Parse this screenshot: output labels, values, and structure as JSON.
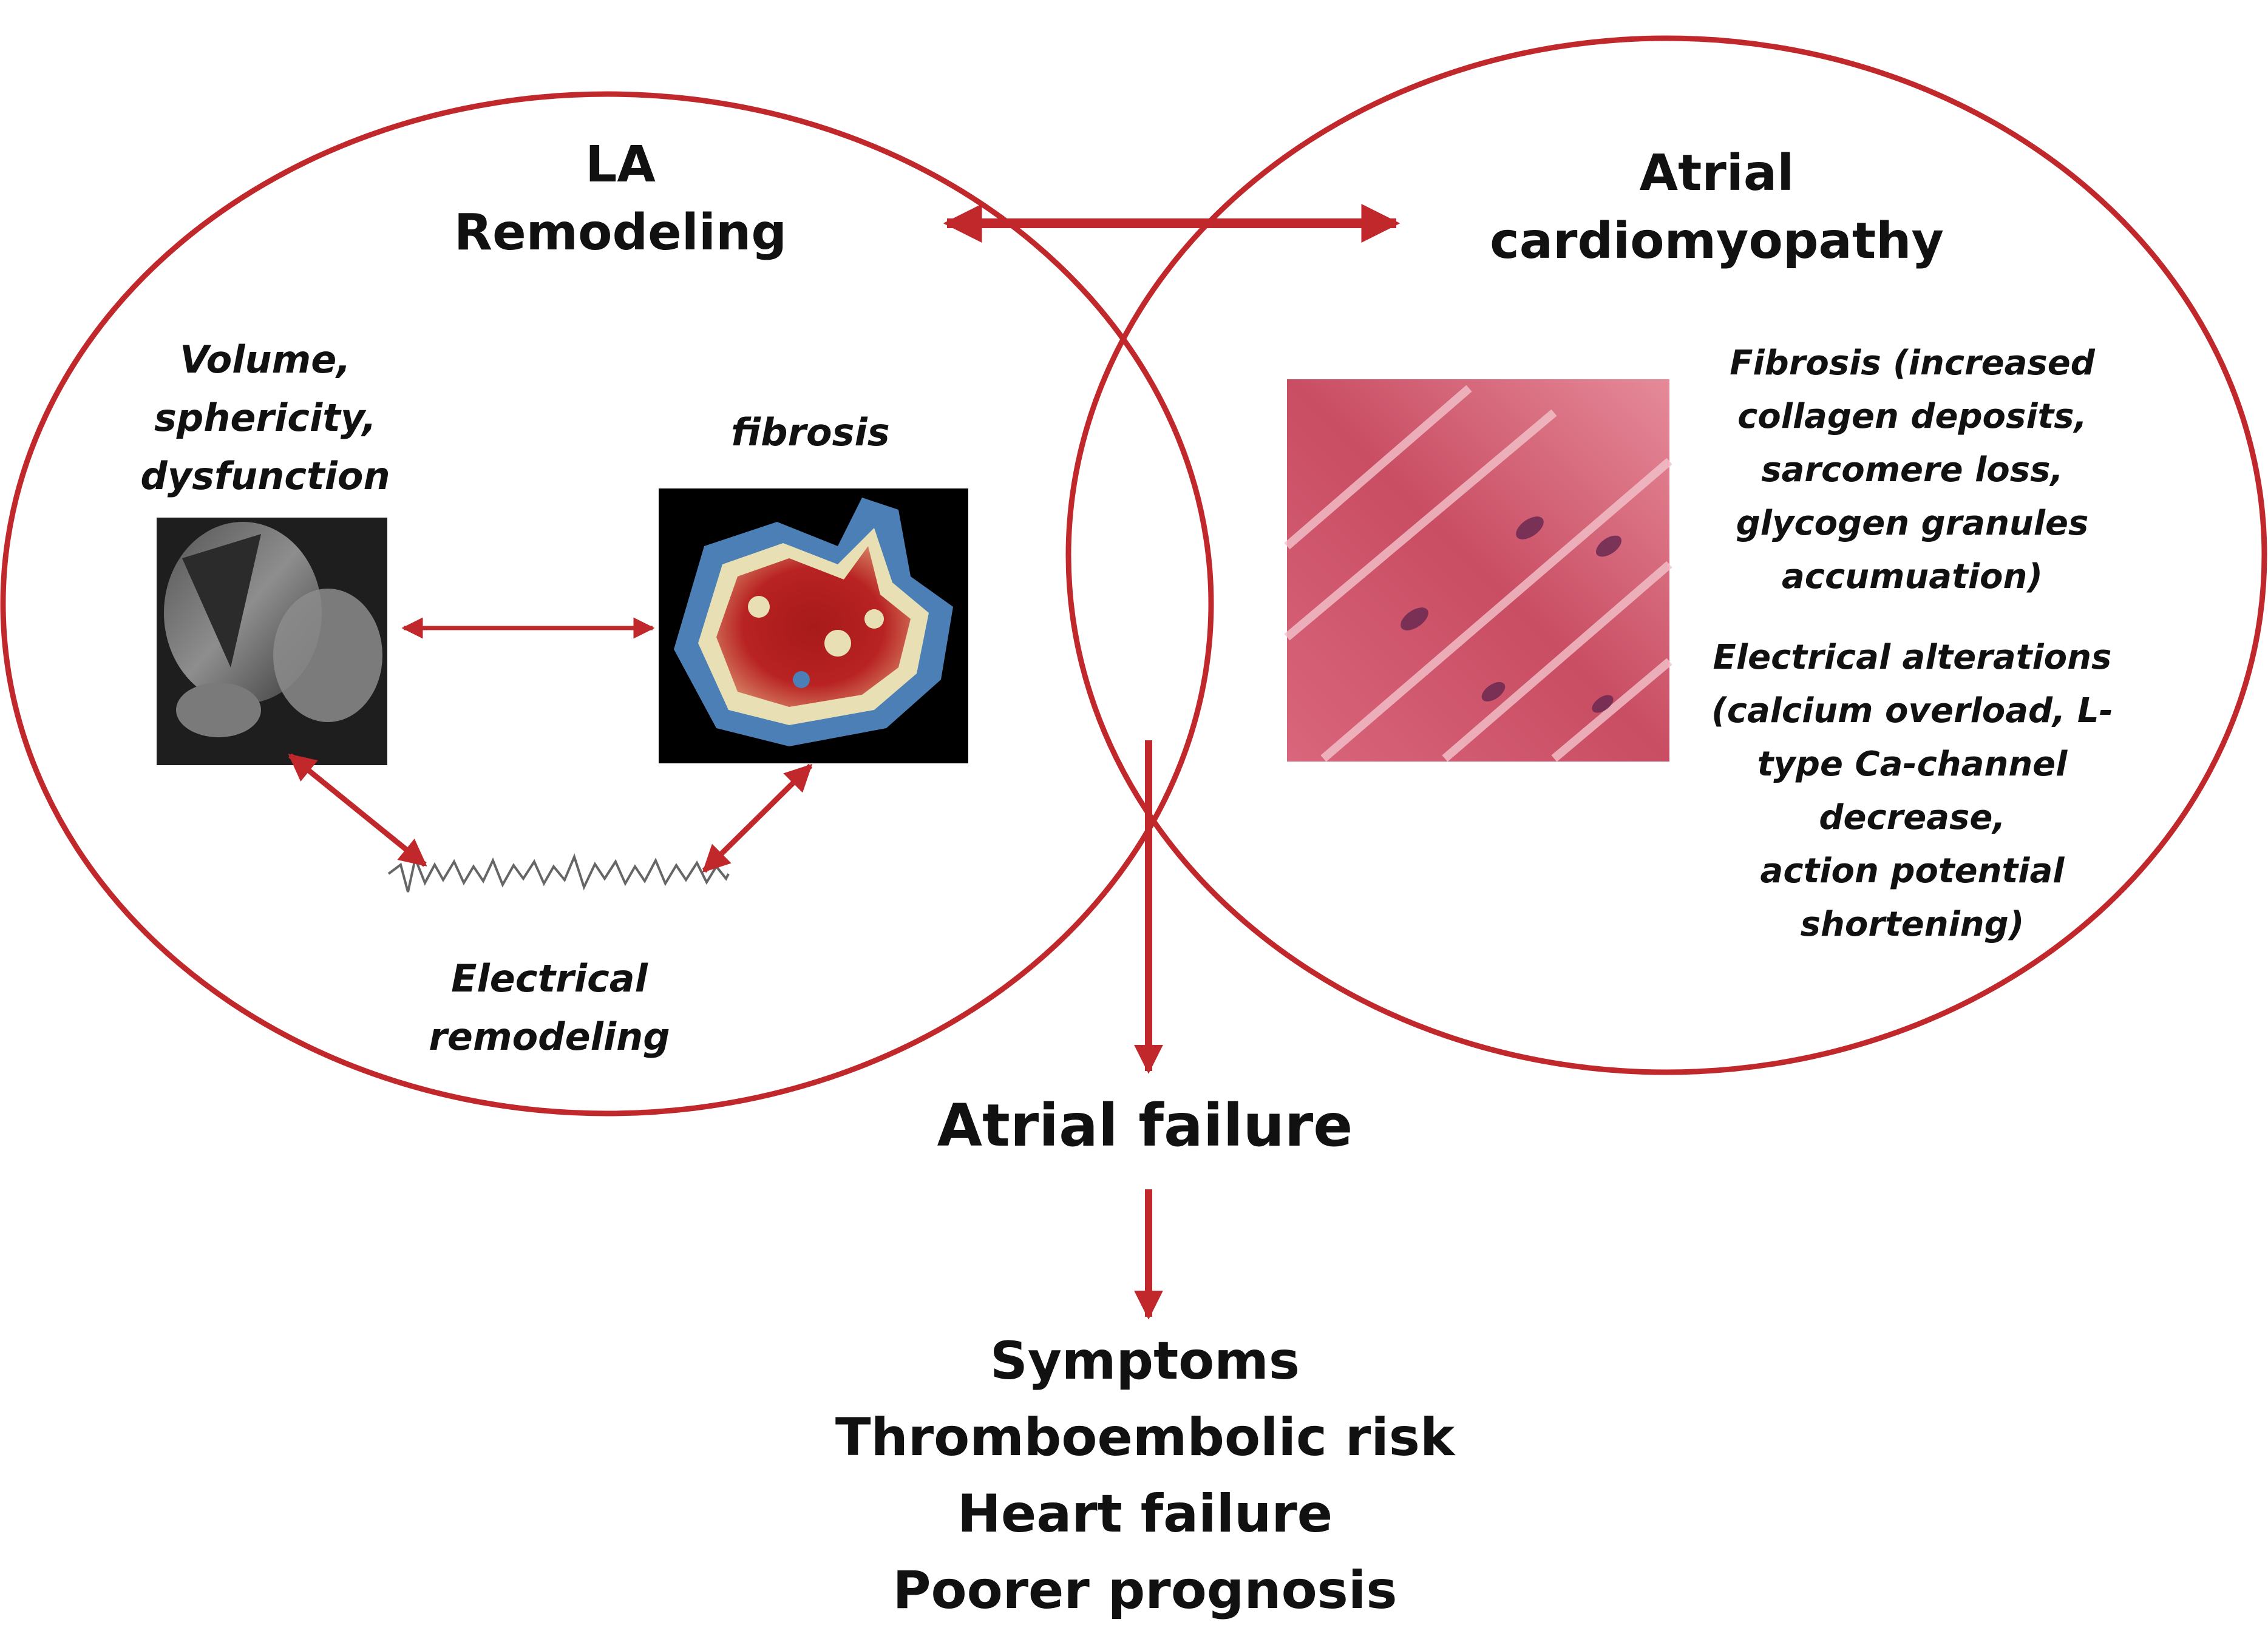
{
  "left_circle": {
    "title": [
      "LA",
      "Remodeling"
    ],
    "volume_label": [
      "Volume,",
      "sphericity,",
      "dysfunction"
    ],
    "fibrosis_label": "fibrosis",
    "electrical_label": [
      "Electrical",
      "remodeling"
    ]
  },
  "right_circle": {
    "title": [
      "Atrial",
      "cardiomyopathy"
    ],
    "fibrosis_text": [
      "Fibrosis (increased",
      "collagen deposits,",
      "sarcomere loss,",
      "glycogen granules",
      "accumuation)"
    ],
    "electrical_text": [
      "Electrical alterations",
      "(calcium overload, L-",
      "type Ca-channel",
      "decrease,",
      "action potential",
      "shortening)"
    ]
  },
  "atrial_failure": "Atrial failure",
  "outcomes": [
    "Symptoms",
    "Thromboembolic risk",
    "Heart failure",
    "Poorer prognosis"
  ],
  "colors": {
    "accent": "#c0282b",
    "text": "#111111"
  }
}
